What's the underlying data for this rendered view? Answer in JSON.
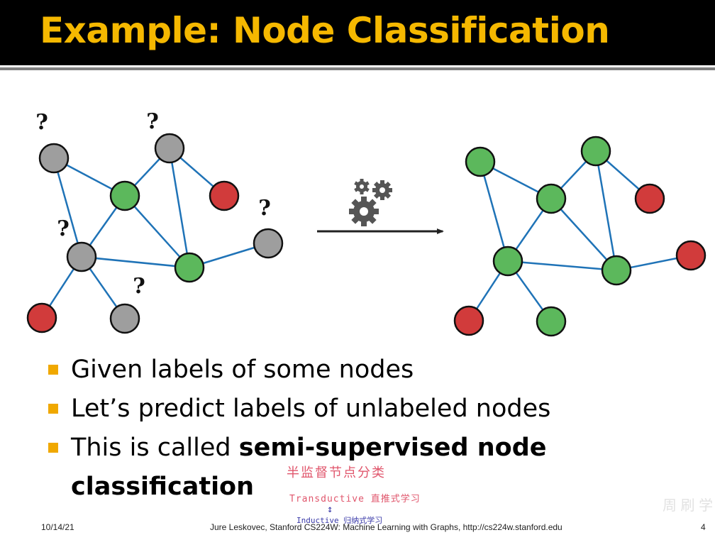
{
  "slide": {
    "title": "Example: Node Classification",
    "colors": {
      "title": "#f5b800",
      "labeled_green": "#5cb85c",
      "labeled_red": "#d13b3b",
      "unlabeled_gray": "#9e9e9e",
      "edge": "#1f73b7",
      "bullet": "#f0a800"
    }
  },
  "graph_left": {
    "unknown_marker": "?"
  },
  "process_icon": "gears-icon",
  "bullets": [
    {
      "text": "Given labels of some nodes"
    },
    {
      "text": "Let’s predict labels of unlabeled nodes"
    },
    {
      "prefix": "This is called ",
      "bold": "semi-supervised node",
      "bold_cont": "classification"
    }
  ],
  "annotations": {
    "line1": "半监督节点分类",
    "line2": "Transductive 直推式学习",
    "arrow": "↕",
    "line3": "Inductive 归纳式学习"
  },
  "footer": {
    "date": "10/14/21",
    "credit": "Jure Leskovec, Stanford CS224W: Machine Learning with Graphs, http://cs224w.stanford.edu",
    "page": "4"
  },
  "watermark": "周 刷 学"
}
